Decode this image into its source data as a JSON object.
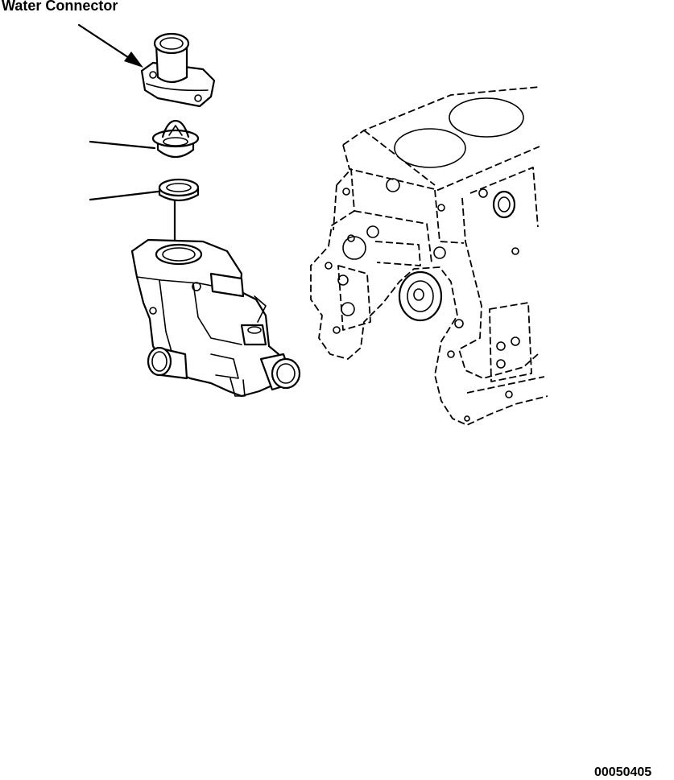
{
  "labels": {
    "title": "Water Connector",
    "figure_number": "00050405"
  },
  "parts": [
    "water-connector",
    "thermostat",
    "thermostat-gasket",
    "thermostat-housing",
    "engine-block"
  ]
}
